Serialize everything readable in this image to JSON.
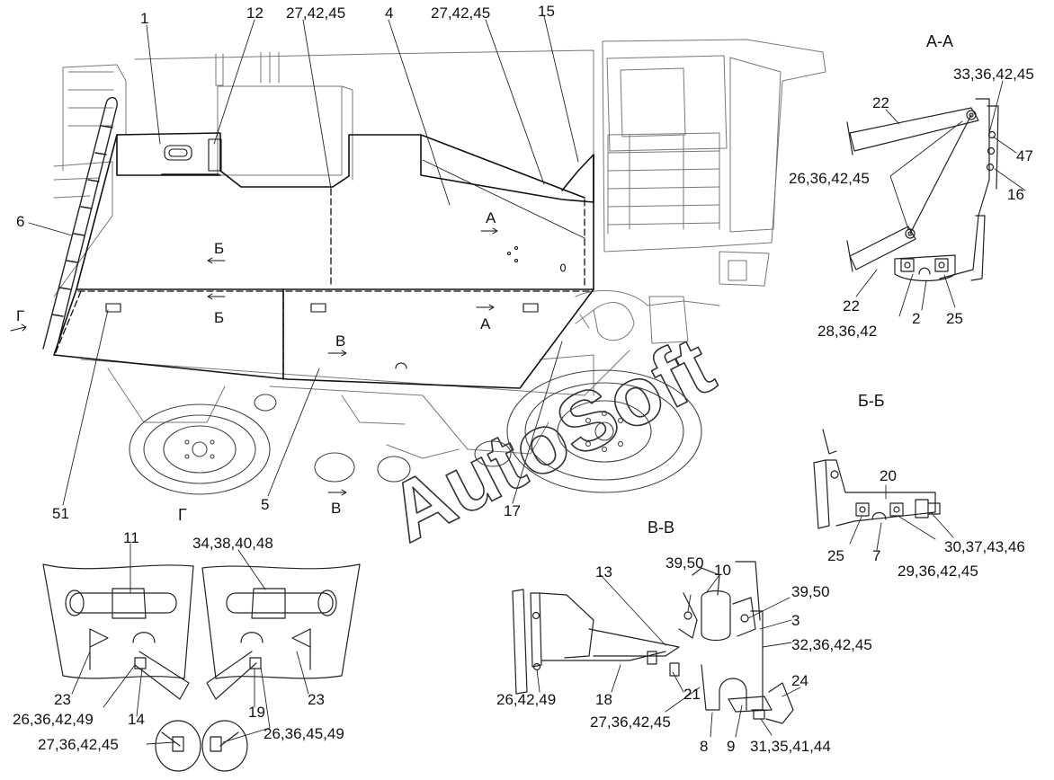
{
  "watermark": "AutoSoft",
  "sections": {
    "aa": "А-А",
    "bb": "Б-Б",
    "vv": "В-В",
    "g": "Г"
  },
  "view_marks": {
    "a_upper": "А",
    "a_lower": "А",
    "b_upper": "Б",
    "b_lower": "Б",
    "v_upper": "В",
    "v_lower": "В",
    "g_side": "Г"
  },
  "callouts": {
    "c1": "1",
    "c12": "12",
    "c27_left": "27,42,45",
    "c4": "4",
    "c27_right": "27,42,45",
    "c15": "15",
    "c6": "6",
    "c51": "51",
    "c5": "5",
    "c17": "17",
    "aa_c22_top": "22",
    "aa_c33": "33,36,42,45",
    "aa_c47": "47",
    "aa_c26": "26,36,42,45",
    "aa_c16": "16",
    "aa_c22_bot": "22",
    "aa_c28": "28,36,42",
    "aa_c2": "2",
    "aa_c25": "25",
    "bb_c20": "20",
    "bb_c25": "25",
    "bb_c7": "7",
    "bb_c29": "29,36,42,45",
    "bb_c30": "30,37,43,46",
    "g_c11": "11",
    "g_c34": "34,38,40,48",
    "g_c23_left": "23",
    "g_c26_left": "26,36,42,49",
    "g_c14": "14",
    "g_c19": "19",
    "g_c23_right": "23",
    "g_c26_right": "26,36,45,49",
    "g_c27": "27,36,42,45",
    "vv_c13": "13",
    "vv_c39_left": "39,50",
    "vv_c10": "10",
    "vv_c39_right": "39,50",
    "vv_c3": "3",
    "vv_c32": "32,36,42,45",
    "vv_c24": "24",
    "vv_c26": "26,42,49",
    "vv_c18": "18",
    "vv_c21": "21",
    "vv_c27": "27,36,42,45",
    "vv_c8": "8",
    "vv_c9": "9",
    "vv_c31": "31,35,41,44"
  }
}
